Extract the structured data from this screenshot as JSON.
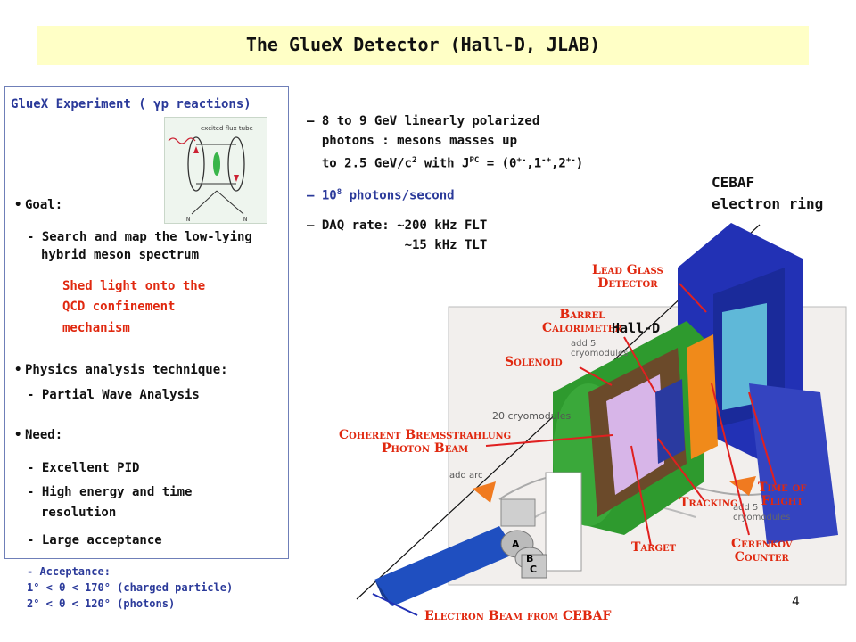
{
  "title": "The GlueX Detector (Hall-D, JLAB)",
  "left_panel": {
    "heading": "GlueX Experiment ( γp reactions)",
    "goal_label": "Goal:",
    "goal_item_1": "- Search and map the low-lying",
    "goal_item_2": "hybrid meson spectrum",
    "highlight_1": "Shed light onto the",
    "highlight_2": "QCD confinement",
    "highlight_3": "mechanism",
    "technique_label": "Physics analysis technique:",
    "technique_item": "- Partial Wave Analysis",
    "need_label": "Need:",
    "need_item_1": "- Excellent PID",
    "need_item_2a": "- High energy and time",
    "need_item_2b": "resolution",
    "need_item_3": "- Large acceptance"
  },
  "thumbnail": {
    "label": "excited flux tube",
    "letter_1": "N",
    "letter_2": "N"
  },
  "right_text": {
    "line_1": "– 8 to 9 GeV linearly polarized",
    "line_2": "  photons : mesons masses up",
    "line_3_pre": "  to 2.5 GeV/c",
    "line_3_exp": "2",
    "line_3_mid": " with J",
    "line_3_jsup": "PC",
    "line_3_eq": " = (0",
    "line_3_s1": "+-",
    "line_3_c1": ",1",
    "line_3_s2": "-+",
    "line_3_c2": ",2",
    "line_3_s3": "+-",
    "line_3_end": ")",
    "rate_pre": "– 10",
    "rate_exp": "8",
    "rate_post": " photons/second",
    "daq_1": "– DAQ rate: ~200 kHz FLT",
    "daq_2": "             ~15 kHz TLT"
  },
  "acceptance": {
    "title": "- Acceptance:",
    "line_1": "1° < θ < 170° (charged particle)",
    "line_2": "2° < θ < 120° (photons)"
  },
  "diagram": {
    "cebaf_ring": "CEBAF\nelectron ring",
    "hall_d": "Hall-D",
    "lead_glass": "Lead Glass\nDetector",
    "barrel": "Barrel\nCalorimeter",
    "solenoid": "Solenoid",
    "brems": "Coherent Bremsstrahlung\nPhoton Beam",
    "tracking": "Tracking",
    "tof": "Time of\nFlight",
    "target": "Target",
    "cerenkov": "Cerenkov\nCounter",
    "electron_beam": "Electron Beam from CEBAF",
    "cryo_1": "add 5\ncryomodules",
    "cryo_2": "20 cryomodules",
    "add_arc": "add arc",
    "cryo_3": "add 5\ncryomodules",
    "letter_a": "A",
    "letter_b": "B",
    "letter_c": "C"
  },
  "page_number": "4",
  "colors": {
    "title_bg": "#ffffc6",
    "blue_text": "#2b3a9a",
    "red_text": "#e0280f",
    "magnet_green": "#2e9a2e",
    "detector_blue": "#2231b5"
  }
}
